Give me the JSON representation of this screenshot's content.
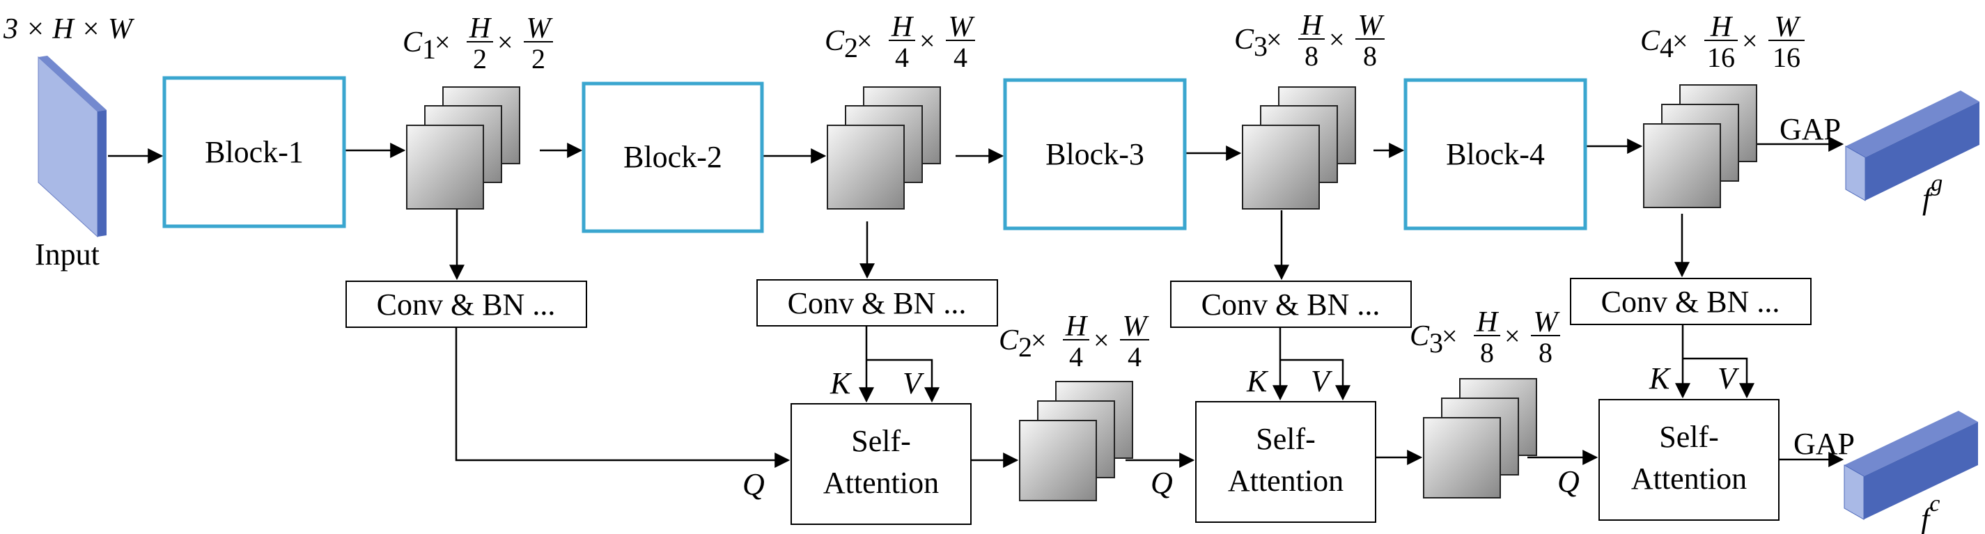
{
  "input": {
    "label": "Input",
    "dims": "3 × H × W"
  },
  "blocks": [
    "Block-1",
    "Block-2",
    "Block-3",
    "Block-4"
  ],
  "conv_label": "Conv & BN ...",
  "attention": {
    "line1": "Self-",
    "line2": "Attention"
  },
  "gap_label": "GAP",
  "qkv": {
    "q": "Q",
    "k": "K",
    "v": "V"
  },
  "top_dims": [
    {
      "c": "C",
      "sub": "1",
      "h": "H",
      "hd": "2",
      "w": "W",
      "wd": "2"
    },
    {
      "c": "C",
      "sub": "2",
      "h": "H",
      "hd": "4",
      "w": "W",
      "wd": "4"
    },
    {
      "c": "C",
      "sub": "3",
      "h": "H",
      "hd": "8",
      "w": "W",
      "wd": "8"
    },
    {
      "c": "C",
      "sub": "4",
      "h": "H",
      "hd": "16",
      "w": "W",
      "wd": "16"
    }
  ],
  "bottom_dims": [
    {
      "c": "C",
      "sub": "2",
      "h": "H",
      "hd": "4",
      "w": "W",
      "wd": "4"
    },
    {
      "c": "C",
      "sub": "3",
      "h": "H",
      "hd": "8",
      "w": "W",
      "wd": "8"
    }
  ],
  "outputs": {
    "global": {
      "base": "f",
      "sup": "g"
    },
    "cross": {
      "base": "f",
      "sup": "c"
    }
  },
  "colors": {
    "block_border": "#3aa6cf",
    "input_face": "#a9b9e6",
    "input_side": "#4a66b8",
    "feature_light": "#f4f4f4",
    "feature_dark": "#8a8a8a"
  }
}
